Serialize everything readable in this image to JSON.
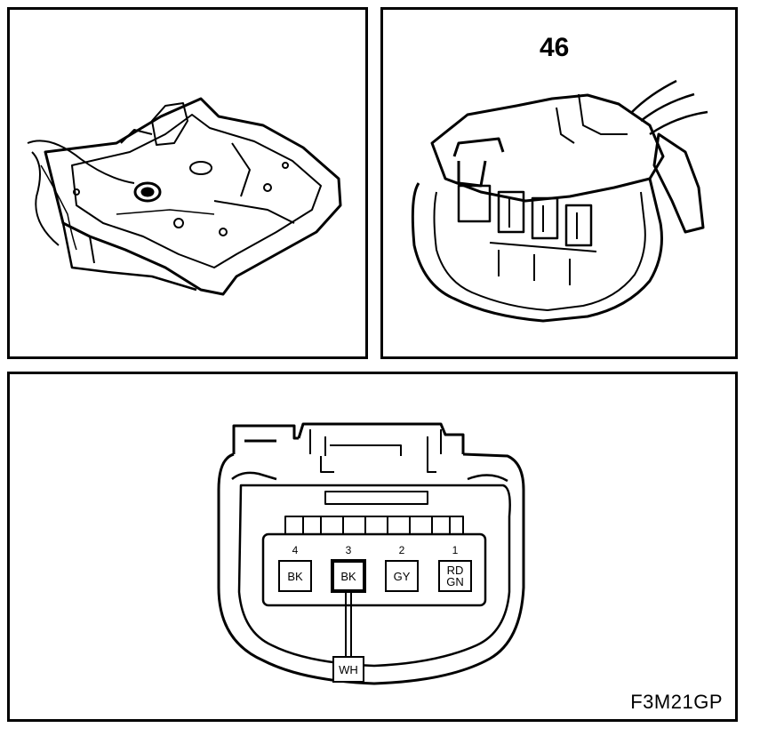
{
  "connector": {
    "number": "46",
    "figure_id": "F3M21GP",
    "pins": [
      {
        "num": "4",
        "color": [
          "BK"
        ],
        "highlight": false
      },
      {
        "num": "3",
        "color": [
          "BK"
        ],
        "highlight": true
      },
      {
        "num": "2",
        "color": [
          "GY"
        ],
        "highlight": false
      },
      {
        "num": "1",
        "color": [
          "RD",
          "GN"
        ],
        "highlight": false
      }
    ],
    "tracer_color": "WH"
  }
}
